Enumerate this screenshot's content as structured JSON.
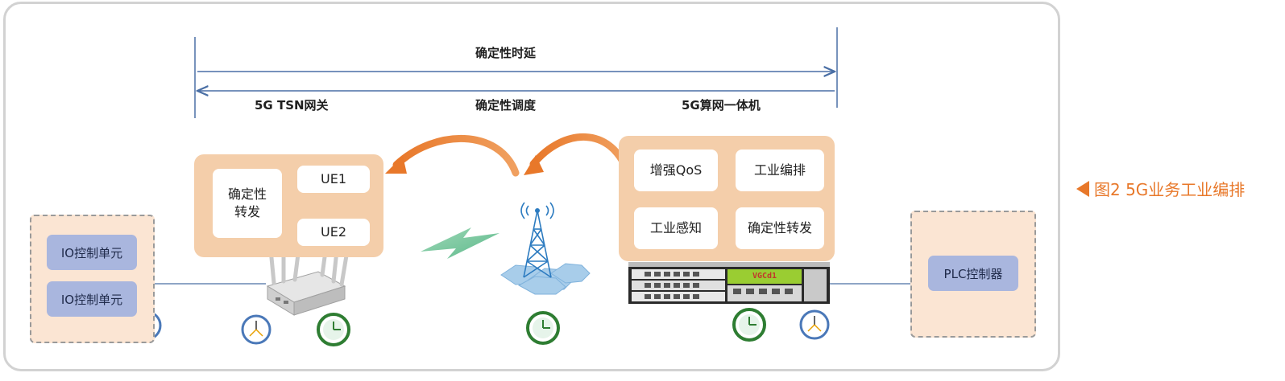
{
  "caption": "图2  5G业务工业编排",
  "labels": {
    "latency": "确定性时延",
    "scheduling": "确定性调度",
    "tsn_gateway": "5G TSN网关",
    "computing_unit": "5G算网一体机"
  },
  "gateway": {
    "forward": "确定性\n转发",
    "ue1": "UE1",
    "ue2": "UE2"
  },
  "computing": {
    "qos": "增强QoS",
    "orchestration": "工业编排",
    "perception": "工业感知",
    "forward": "确定性转发",
    "device_label": "VGCd1"
  },
  "io": {
    "unit1": "IO控制单元",
    "unit2": "IO控制单元"
  },
  "plc": {
    "controller": "PLC控制器"
  },
  "colors": {
    "accent_orange": "#e8782a",
    "peach": "#f4ceaa",
    "blue_box": "#a9b6de",
    "line_blue": "#4a6fa5",
    "clock_green": "#2e7d32"
  }
}
